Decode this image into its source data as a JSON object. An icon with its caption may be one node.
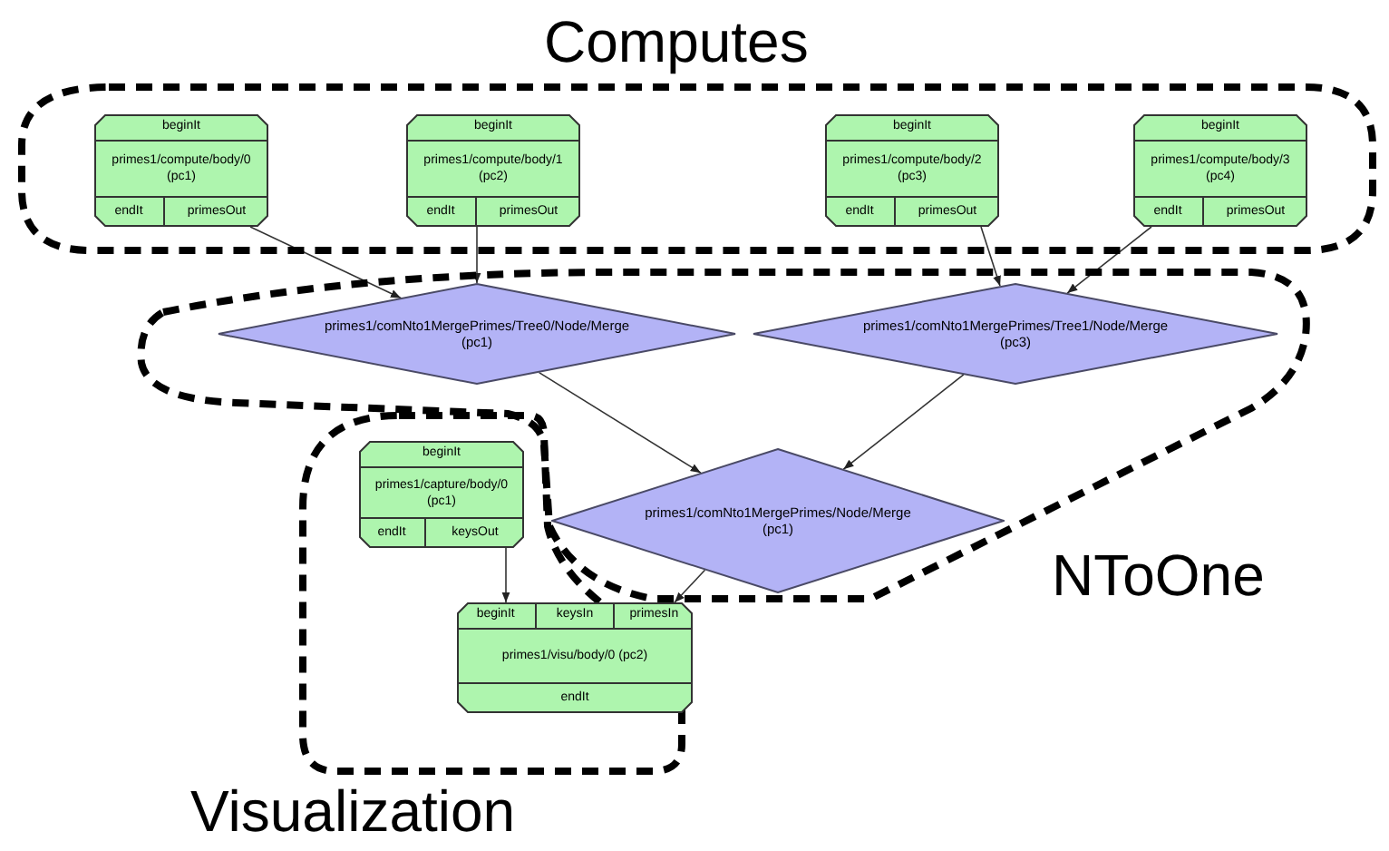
{
  "diagram": {
    "nodes": [
      {
        "text": [
          "Computes"
        ]
      },
      {
        "text": [
          "beginIt",
          "primes1/compute/body/0 (pc1)",
          "endIt",
          "primesOut"
        ],
        "in": 0
      },
      {
        "text": [
          "beginIt",
          "primes1/compute/body/1 (pc2)",
          "endIt",
          "primesOut"
        ],
        "in": 0
      },
      {
        "text": [
          "beginIt",
          "primes1/compute/body/2 (pc3)",
          "endIt",
          "primesOut"
        ],
        "in": 0
      },
      {
        "text": [
          "beginIt",
          "primes1/compute/body/3 (pc4)",
          "endIt",
          "primesOut"
        ],
        "in": 0
      },
      {
        "text": [
          "NToOne"
        ]
      },
      {
        "text": [
          "primes1/comNto1MergePrimes/Tree0/Node/Merge (pc1)"
        ],
        "in": 5
      },
      {
        "text": [
          "primes1/comNto1MergePrimes/Tree1/Node/Merge (pc3)"
        ],
        "in": 5
      },
      {
        "text": [
          "primes1/comNto1MergePrimes/Node/Merge (pc1)"
        ],
        "in": 5
      },
      {
        "text": [
          "Visualization"
        ]
      },
      {
        "text": [
          "beginIt",
          "primes1/capture/body/0 (pc1)",
          "endIt",
          "keysOut"
        ],
        "in": 9
      },
      {
        "text": [
          "beginIt",
          "keysIn",
          "primesIn",
          "primes1/visu/body/0 (pc2)",
          "endIt"
        ],
        "in": 9
      }
    ],
    "edges": [
      {
        "from": 1,
        "to": 6,
        "arrow": "to"
      },
      {
        "from": 2,
        "to": 6,
        "arrow": "to"
      },
      {
        "from": 3,
        "to": 7,
        "arrow": "to"
      },
      {
        "from": 4,
        "to": 7,
        "arrow": "to"
      },
      {
        "from": 6,
        "to": 8,
        "arrow": "to"
      },
      {
        "from": 7,
        "to": 8,
        "arrow": "to"
      },
      {
        "from": 10,
        "to": 11,
        "arrow": "to"
      },
      {
        "from": 8,
        "to": 11,
        "arrow": "to"
      }
    ]
  }
}
